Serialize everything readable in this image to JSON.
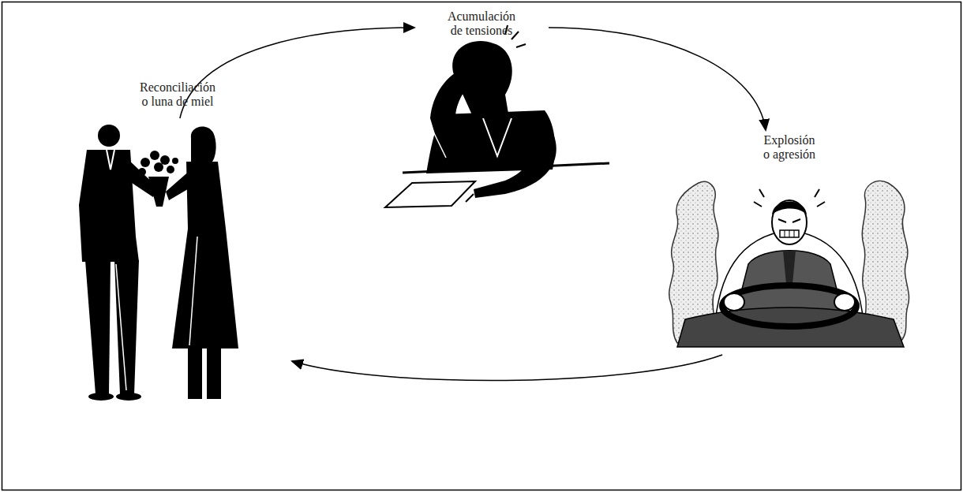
{
  "diagram": {
    "nodes": [
      {
        "text": [
          "Acumulación de tensiones"
        ]
      },
      {
        "text": [
          "Explosión o agresión"
        ]
      },
      {
        "text": [
          "Reconciliación o luna de miel"
        ]
      }
    ],
    "edges": [
      {
        "from": 0,
        "to": 1,
        "arrow": "to"
      },
      {
        "from": 1,
        "to": 2,
        "arrow": "to"
      },
      {
        "from": 2,
        "to": 0,
        "arrow": "to"
      }
    ]
  }
}
